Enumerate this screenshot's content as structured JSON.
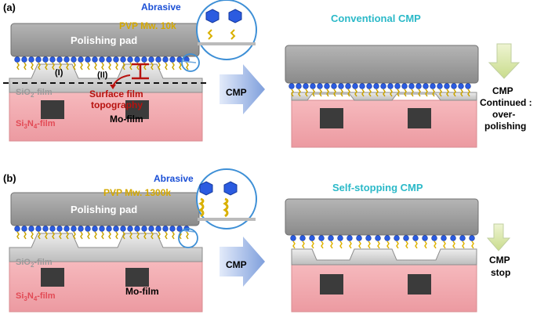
{
  "colors": {
    "abrasive": "#1a4fd6",
    "pvp": "#d4a800",
    "surface": "#b8120f",
    "cmp_title": "#2bb9c8",
    "pad": "#9a9a9a",
    "sio2": "#c8c8c8",
    "si3n4": "#f2a8ad",
    "mo": "#3a3a3a",
    "arrow": "#7b9bd9",
    "down_arrow": "#d8e6a8"
  },
  "panel_a": {
    "label": "(a)",
    "abrasive": "Abrasive",
    "pvp": "PVP Mw. 10k",
    "pad": "Polishing pad",
    "region_1": "(I)",
    "region_2": "(II)",
    "surface_line1": "Surface film",
    "surface_line2": "topography",
    "sio2_prefix": "SiO",
    "sio2_sub": "2",
    "sio2_suffix": "-film",
    "si3n4_si": "Si",
    "si3n4_sub1": "3",
    "si3n4_n": "N",
    "si3n4_sub2": "4",
    "si3n4_suffix": "-film",
    "mo": "Mo-film",
    "cmp_arrow": "CMP",
    "result_title": "Conventional CMP",
    "note_line1": "CMP",
    "note_line2": "Continued :",
    "note_line3": "over-",
    "note_line4": "polishing"
  },
  "panel_b": {
    "label": "(b)",
    "abrasive": "Abrasive",
    "pvp": "PVP Mw. 1300k",
    "pad": "Polishing pad",
    "sio2_prefix": "SiO",
    "sio2_sub": "2",
    "sio2_suffix": "-film",
    "si3n4_si": "Si",
    "si3n4_sub1": "3",
    "si3n4_n": "N",
    "si3n4_sub2": "4",
    "si3n4_suffix": "-film",
    "mo": "Mo-film",
    "cmp_arrow": "CMP",
    "result_title": "Self-stopping CMP",
    "note_line1": "CMP",
    "note_line2": "stop"
  }
}
